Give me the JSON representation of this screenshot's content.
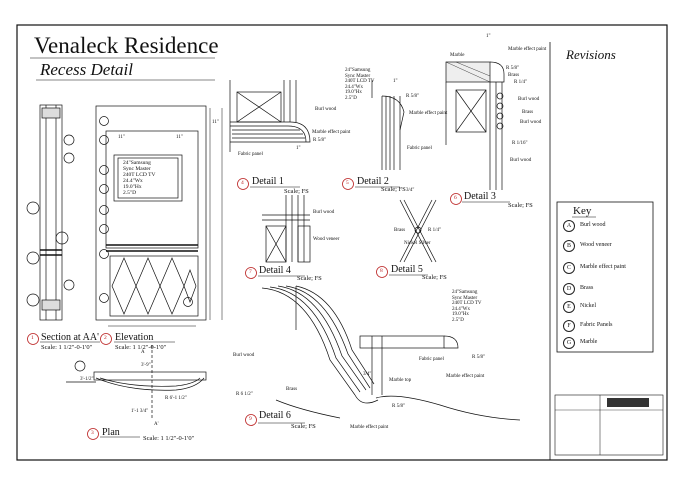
{
  "header": {
    "title": "Venaleck Residence",
    "subtitle": "Recess Detail",
    "revisions_label": "Revisions"
  },
  "views": {
    "section": {
      "number": "1",
      "label": "Section at AA'",
      "scale": "Scale: 1 1/2\"-0-1'0\""
    },
    "elevation": {
      "number": "2",
      "label": "Elevation",
      "scale": "Scale: 1 1/2\"-0-1'0\""
    },
    "plan": {
      "number": "3",
      "label": "Plan",
      "scale": "Scale: 1 1/2\"-0-1'0\""
    },
    "detail1": {
      "number": "4",
      "label": "Detail 1",
      "scale": "Scale; FS"
    },
    "detail2": {
      "number": "5",
      "label": "Detail 2",
      "scale": "Scale; FS"
    },
    "detail3": {
      "number": "6",
      "label": "Detail 3",
      "scale": "Scale; FS"
    },
    "detail4": {
      "number": "7",
      "label": "Detail 4",
      "scale": "Scale; FS"
    },
    "detail5": {
      "number": "8",
      "label": "Detail 5",
      "scale": "Scale; FS"
    },
    "detail6": {
      "number": "9",
      "label": "Detail 6",
      "scale": "Scale; FS"
    }
  },
  "tv_spec": [
    "24\"Samsung",
    "Sync Master",
    "240T LCD TV",
    "24.4\"Wx",
    "19.0\"Hx",
    "2.5\"D"
  ],
  "annotations": {
    "burl_wood": "Burl wood",
    "marble_paint": "Marble effect paint",
    "fabric_panel": "Fabric panel",
    "brass": "Brass",
    "nickel_silver": "Nickel Silver",
    "wood_veneer": "Wood veneer",
    "marble": "Marble",
    "marble_top": "Marble top",
    "r58": "R 5/8\"",
    "r14": "R 1/4\"",
    "r116": "R 1/16\"",
    "r612": "R 6 1/2\"",
    "one_inch": "1\"",
    "three_quarter": "3/4\"",
    "dim_11": "11\"",
    "dim_3_9": "3'-9\"",
    "dim_1_11_34": "1'-1 3/4\"",
    "dim_r_6_112": "R 6'-1 1/2\"",
    "dim_3_12": "3'-1/2\"",
    "section_a": "A",
    "section_a2": "A'"
  },
  "key": {
    "title": "Key",
    "items": [
      {
        "letter": "A",
        "label": "Burl wood"
      },
      {
        "letter": "B",
        "label": "Wood veneer"
      },
      {
        "letter": "C",
        "label": "Marble effect paint"
      },
      {
        "letter": "D",
        "label": "Brass"
      },
      {
        "letter": "E",
        "label": "Nickel"
      },
      {
        "letter": "F",
        "label": "Fabric Panels"
      },
      {
        "letter": "G",
        "label": "Marble"
      }
    ]
  }
}
